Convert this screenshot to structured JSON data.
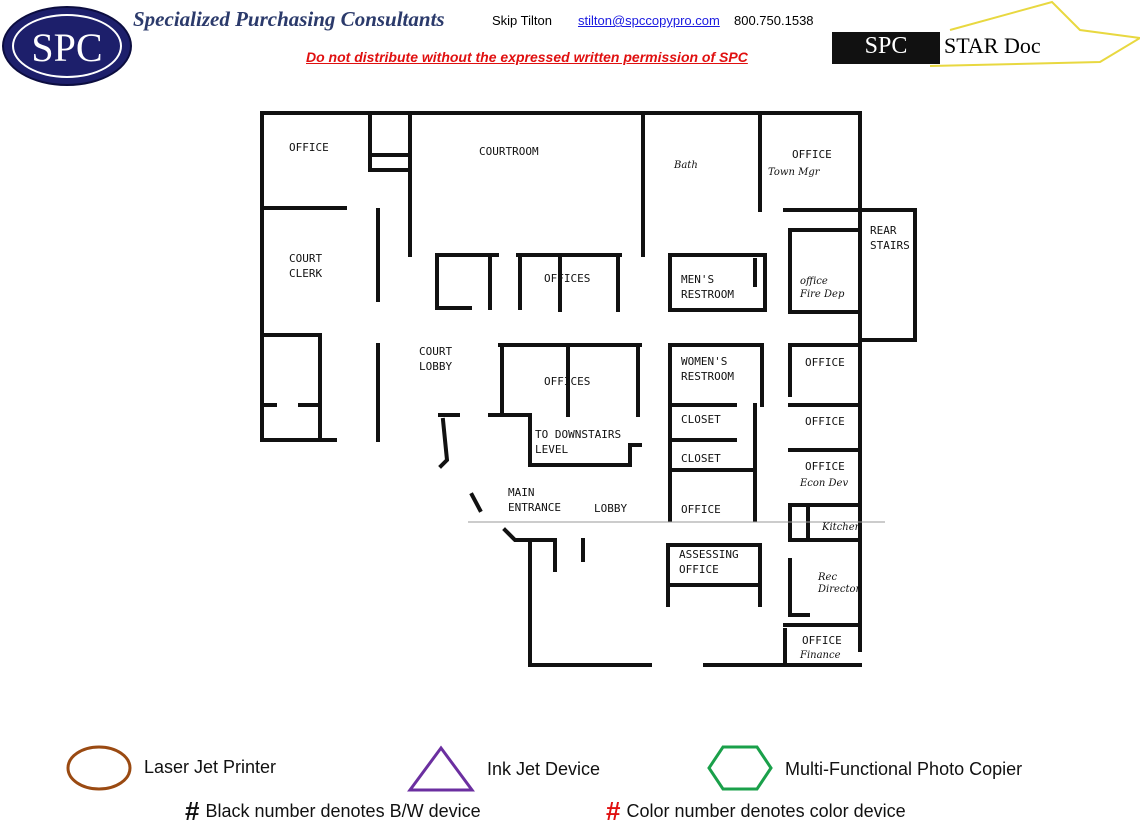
{
  "header": {
    "logo_text": "SPC",
    "company": "Specialized Purchasing Consultants",
    "contact_name": "Skip Tilton",
    "contact_email": "stilton@spccopypro.com",
    "contact_phone": "800.750.1538",
    "warning": "Do not distribute without the expressed written permission of SPC",
    "star_logo_left": "SPC",
    "star_logo_right": "STAR Doc"
  },
  "floorplan": {
    "rooms": {
      "office_nw": "OFFICE",
      "courtroom": "COURTROOM",
      "court_clerk": "COURT\nCLERK",
      "court_lobby": "COURT\nLOBBY",
      "offices_1": "OFFICES",
      "offices_2": "OFFICES",
      "to_downstairs": "TO DOWNSTAIRS\nLEVEL",
      "main_entrance": "MAIN\nENTRANCE",
      "lobby": "LOBBY",
      "mens": "MEN'S\nRESTROOM",
      "womens": "WOMEN'S\nRESTROOM",
      "closet_1": "CLOSET",
      "closet_2": "CLOSET",
      "office_mid": "OFFICE",
      "assessing": "ASSESSING\nOFFICE",
      "office_ne": "OFFICE",
      "rear_stairs": "REAR\nSTAIRS",
      "office_e1": "OFFICE",
      "office_e2": "OFFICE",
      "office_e3": "OFFICE",
      "office_se": "OFFICE"
    },
    "handwritten": {
      "bath": "Bath",
      "town_mgr": "Town Mgr",
      "fire_dep": "office\nFire Dep",
      "economic": "Econ Dev",
      "kitchen": "Kitchen",
      "rec_director": "Rec\nDirector",
      "finance": "Finance"
    }
  },
  "legend": {
    "laser": "Laser Jet Printer",
    "inkjet": "Ink Jet Device",
    "mfp": "Multi-Functional Photo Copier",
    "hash": "#",
    "bw_note": "Black number denotes B/W device",
    "color_note": "Color number denotes color device",
    "colors": {
      "laser": "#9a4a12",
      "inkjet": "#6b2fa0",
      "mfp": "#1aa04a",
      "color_hash": "#e01010"
    }
  }
}
